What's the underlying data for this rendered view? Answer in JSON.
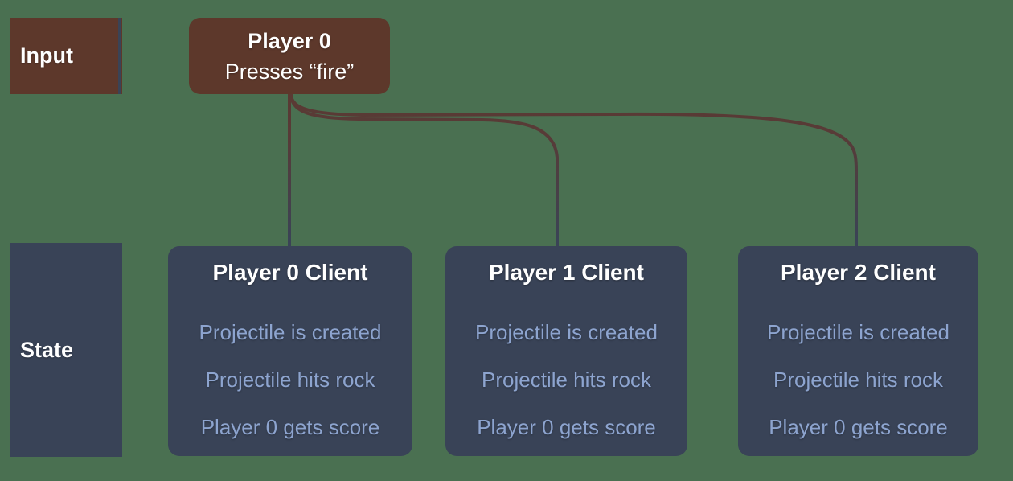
{
  "diagram": {
    "background_color": "#4a7051",
    "row_labels": {
      "input": "Input",
      "state": "State"
    },
    "input_event": {
      "title": "Player 0",
      "action": "Presses “fire”"
    },
    "clients": [
      {
        "title": "Player 0 Client",
        "events": [
          "Projectile is created",
          "Projectile hits rock",
          "Player 0 gets score"
        ]
      },
      {
        "title": "Player 1 Client",
        "events": [
          "Projectile is created",
          "Projectile hits rock",
          "Player 0 gets score"
        ]
      },
      {
        "title": "Player 2 Client",
        "events": [
          "Projectile is created",
          "Projectile hits rock",
          "Player 0 gets score"
        ]
      }
    ],
    "colors": {
      "input_box": "#5d382b",
      "state_box": "#394357",
      "title_text": "#ffffff",
      "event_text": "#8da4cf",
      "connector_top": "#5a3a33",
      "connector_bottom": "#3a4356"
    }
  }
}
